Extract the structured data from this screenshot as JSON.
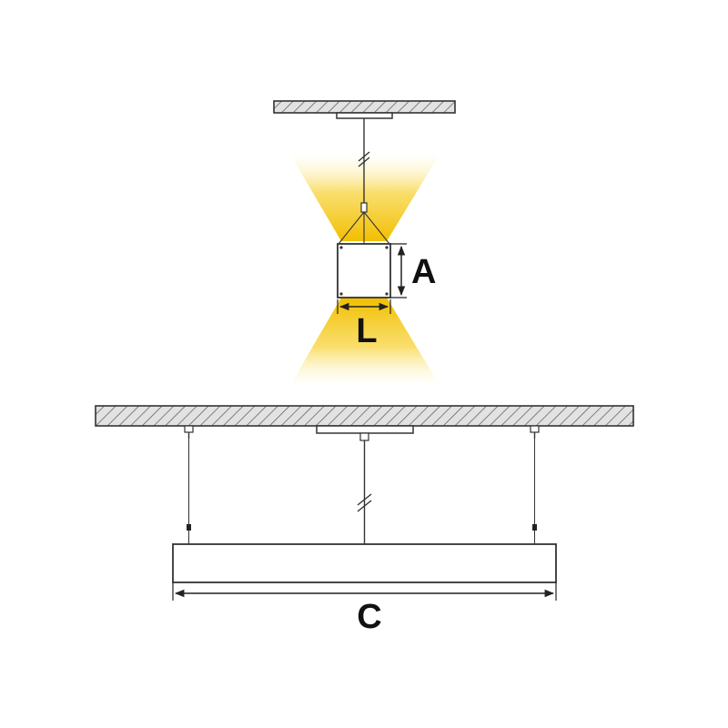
{
  "labels": {
    "height_dimension": "A",
    "width_dimension": "L",
    "length_dimension": "C"
  },
  "colors": {
    "line": "#333333",
    "ceiling_fill": "#dcdcdc",
    "light_beam": "#f5c400",
    "fixture_fill": "#ffffff"
  }
}
